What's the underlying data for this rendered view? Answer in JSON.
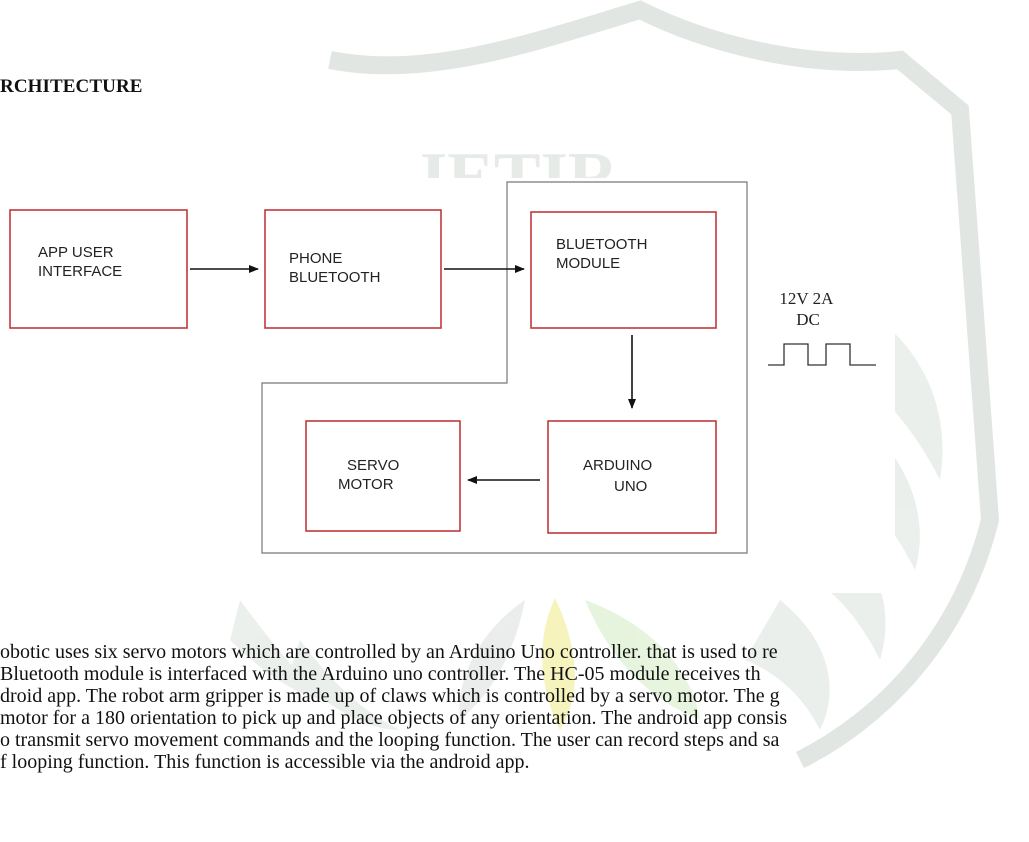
{
  "heading": "RCHITECTURE",
  "diagram": {
    "blocks": [
      {
        "id": "app",
        "lines": [
          "APP USER",
          "INTERFACE"
        ]
      },
      {
        "id": "phone",
        "lines": [
          "PHONE",
          "BLUETOOTH"
        ]
      },
      {
        "id": "bt",
        "lines": [
          "BLUETOOTH",
          "MODULE"
        ]
      },
      {
        "id": "servo",
        "lines": [
          "SERVO",
          "MOTOR"
        ]
      },
      {
        "id": "arduino",
        "lines": [
          "ARDUINO",
          "UNO"
        ]
      }
    ],
    "power_label": [
      "12V 2A",
      "DC"
    ]
  },
  "paragraph": [
    "obotic uses six servo motors which are controlled by an Arduino Uno controller. that is used to re",
    " Bluetooth module is interfaced with the Arduino uno controller. The HC-05 module receives th",
    "droid app. The robot arm gripper is made up of claws which is controlled by a servo motor. The g",
    "motor for a 180 orientation to pick up and place objects of any orientation. The android app consis",
    "o transmit servo movement commands and the looping function. The user can record steps and sa",
    "f looping function. This function is accessible via the android app."
  ],
  "colors": {
    "block_border": "#c0393b",
    "line": "#111111",
    "watermark_gray": "#c9d3cc",
    "watermark_yellow": "#f3ef9c",
    "watermark_green": "#cfe8c0"
  }
}
